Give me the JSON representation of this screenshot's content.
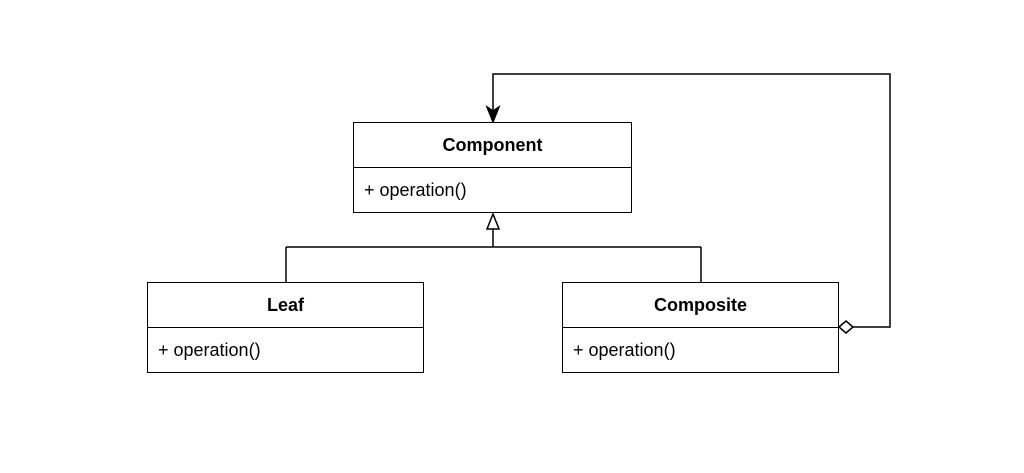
{
  "diagram": {
    "classes": [
      {
        "id": "component",
        "name": "Component",
        "operations": [
          "+ operation()"
        ]
      },
      {
        "id": "leaf",
        "name": "Leaf",
        "operations": [
          "+ operation()"
        ]
      },
      {
        "id": "composite",
        "name": "Composite",
        "operations": [
          "+ operation()"
        ]
      }
    ],
    "relations": [
      {
        "type": "generalization",
        "from": "Leaf",
        "to": "Component"
      },
      {
        "type": "generalization",
        "from": "Composite",
        "to": "Component"
      },
      {
        "type": "aggregation",
        "from": "Composite",
        "to": "Component"
      }
    ]
  }
}
